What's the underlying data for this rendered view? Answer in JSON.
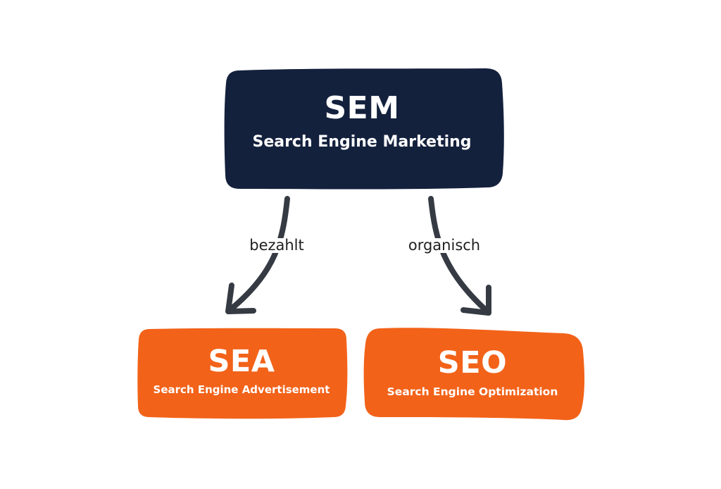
{
  "colors": {
    "sem_box": "#14213d",
    "child_box": "#f26219",
    "text_on_box": "#ffffff",
    "arrow": "#353a43",
    "label_text": "#1f1f1f",
    "background": "#ffffff"
  },
  "root": {
    "abbreviation": "SEM",
    "full_name": "Search Engine Marketing"
  },
  "children": [
    {
      "abbreviation": "SEA",
      "full_name": "Search Engine Advertisement",
      "edge_label": "bezahlt"
    },
    {
      "abbreviation": "SEO",
      "full_name": "Search Engine Optimization",
      "edge_label": "organisch"
    }
  ]
}
